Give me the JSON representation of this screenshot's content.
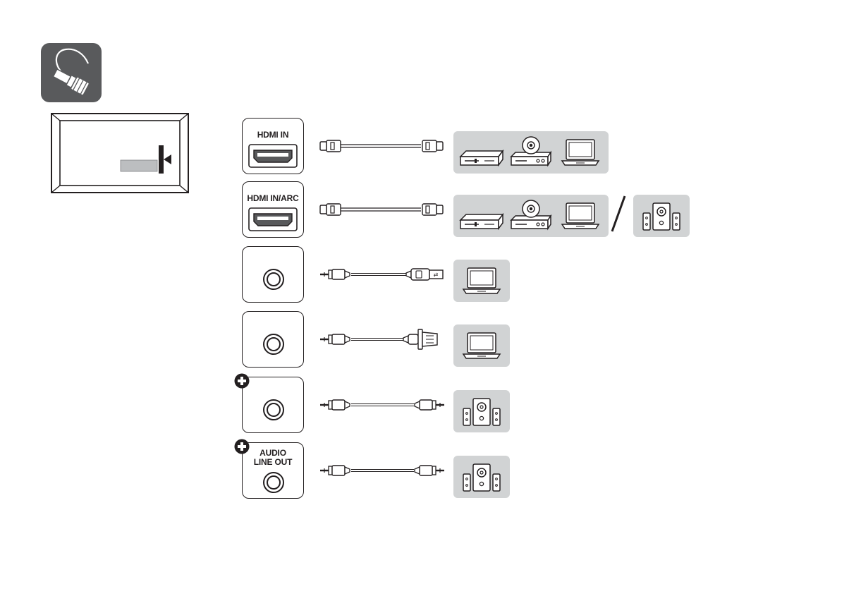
{
  "ports": [
    {
      "id": "hdmi-in",
      "label_lines": [
        "HDMI IN"
      ],
      "type": "hdmi",
      "cable": "hdmi",
      "devices": [
        "dvd-player",
        "disc-player",
        "laptop"
      ],
      "alt_devices": [],
      "plus": false
    },
    {
      "id": "hdmi-arc",
      "label_lines": [
        "HDMI IN/ARC"
      ],
      "type": "hdmi",
      "cable": "hdmi",
      "devices": [
        "dvd-player",
        "disc-player",
        "laptop"
      ],
      "alt_devices": [
        "speaker-system"
      ],
      "plus": false
    },
    {
      "id": "jack-usb",
      "label_lines": [],
      "type": "jack",
      "cable": "audio-usb",
      "devices": [
        "laptop"
      ],
      "alt_devices": [],
      "plus": false
    },
    {
      "id": "jack-vga",
      "label_lines": [],
      "type": "jack",
      "cable": "audio-vga",
      "devices": [
        "laptop"
      ],
      "alt_devices": [],
      "plus": false
    },
    {
      "id": "jack-audio",
      "label_lines": [],
      "type": "jack",
      "cable": "audio",
      "devices": [
        "speaker-system"
      ],
      "alt_devices": [],
      "plus": true
    },
    {
      "id": "audio-line-out",
      "label_lines": [
        "AUDIO",
        "LINE OUT"
      ],
      "type": "jack",
      "cable": "audio",
      "devices": [
        "speaker-system"
      ],
      "alt_devices": [],
      "plus": true
    }
  ],
  "colors": {
    "badge": "#595a5c",
    "panel": "#d1d3d4",
    "line": "#231f20"
  },
  "icons": [
    "cable-connect-icon",
    "tv-panel-icon",
    "hdmi-port-icon",
    "audio-jack-icon",
    "hdmi-cable-icon",
    "audio-usb-cable-icon",
    "audio-vga-cable-icon",
    "audio-cable-icon",
    "dvd-player-icon",
    "disc-player-icon",
    "laptop-icon",
    "speaker-system-icon",
    "plus-icon"
  ]
}
